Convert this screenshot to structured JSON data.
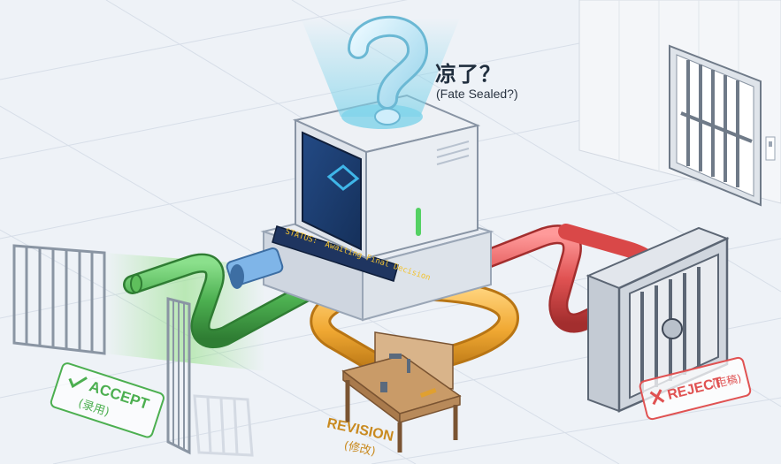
{
  "headline": {
    "title": "凉了？",
    "subtitle": "(Fate Sealed?)"
  },
  "status_panel": {
    "prefix": "STATUS:",
    "message": "Awaiting Final Decision"
  },
  "outcomes": {
    "accept": {
      "label": "ACCEPT",
      "sub": "(录用)",
      "check_icon": "check-icon"
    },
    "revision": {
      "label": "REVISION",
      "sub": "(修改)"
    },
    "reject": {
      "label": "REJECT",
      "sub": "(拒稿)",
      "x_icon": "x-icon"
    }
  },
  "colors": {
    "accept": "#4caf50",
    "revision": "#f0a832",
    "reject": "#e05252",
    "screen": "#1e3f73",
    "hologram": "#7ed3ea",
    "status_text": "#f2c230"
  }
}
